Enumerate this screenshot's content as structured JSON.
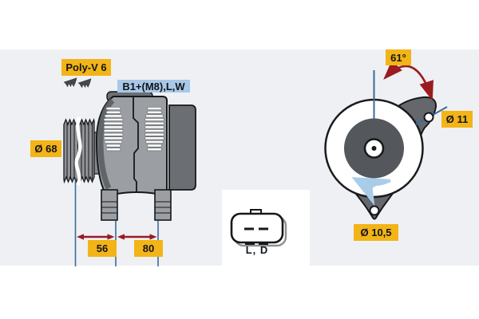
{
  "figure": {
    "title": "alternator-technical-drawing",
    "side_view": {
      "belt_label": "Poly-V 6",
      "terminal_label": "B1+(M8),L,W",
      "pulley_diameter_label": "Ø 68",
      "dim_front": "56",
      "dim_rear": "80"
    },
    "front_view": {
      "mounting_angle_label": "61°",
      "top_hole_diameter_label": "Ø 11",
      "bottom_hole_diameter_label": "Ø 10,5"
    },
    "connector_view": {
      "pin_label": "L, D"
    },
    "colors": {
      "label_yellow": "#f2b417",
      "label_blue": "#a9c8e8",
      "dimension_line_blue": "#3a6b9e",
      "arrow_dark_red": "#9b1b20",
      "rotation_arrow_blue": "#a9cde9",
      "canvas_gray": "#eef0f3",
      "body_gray": "#9b9ea2",
      "dark_gray": "#6b6f73"
    }
  }
}
